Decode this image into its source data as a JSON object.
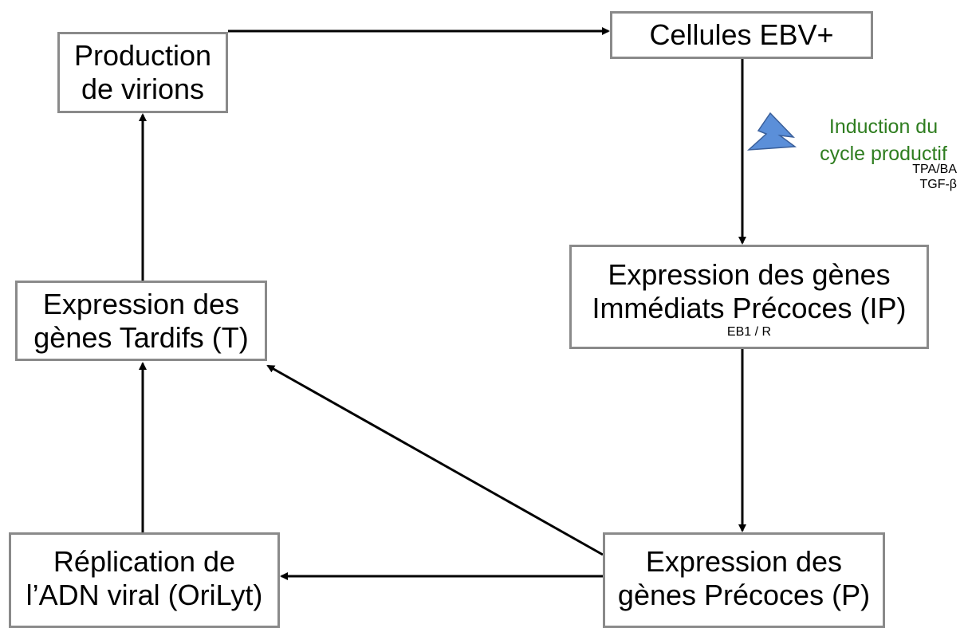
{
  "nodes": {
    "cellules": {
      "lines": [
        "Cellules EBV+"
      ]
    },
    "virions": {
      "lines": [
        "Production",
        "de virions"
      ]
    },
    "ip": {
      "lines": [
        "Expression des gènes",
        "Immédiats Précoces (IP)"
      ],
      "sub": "EB1 / R"
    },
    "tardifs": {
      "lines": [
        "Expression des",
        "gènes Tardifs (T)"
      ]
    },
    "precoces": {
      "lines": [
        "Expression des",
        "gènes Précoces (P)"
      ]
    },
    "replication": {
      "lines": [
        "Réplication de",
        "l’ADN viral (OriLyt)"
      ]
    }
  },
  "induction": {
    "lines": [
      "Induction du",
      "cycle productif"
    ],
    "color": "#2e7d1f",
    "agents": [
      "TPA/BA",
      "TGF-β"
    ],
    "icon": "lightning-bolt-icon",
    "icon_color": "#5b8fd9"
  },
  "colors": {
    "box_border": "#8a8a8a",
    "arrow": "#000000"
  }
}
